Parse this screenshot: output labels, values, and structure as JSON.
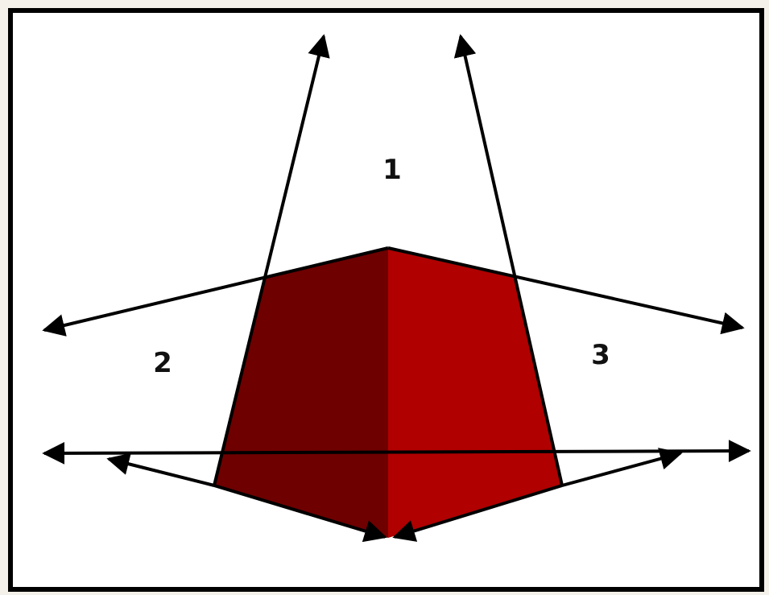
{
  "diagram": {
    "regions": [
      {
        "id": "top",
        "label": "1"
      },
      {
        "id": "left",
        "label": "2"
      },
      {
        "id": "right",
        "label": "3"
      }
    ],
    "colors": {
      "left_face": "#6e0000",
      "right_face": "#b00000",
      "lines": "#000000",
      "background": "#ffffff",
      "frame": "#000000"
    }
  }
}
